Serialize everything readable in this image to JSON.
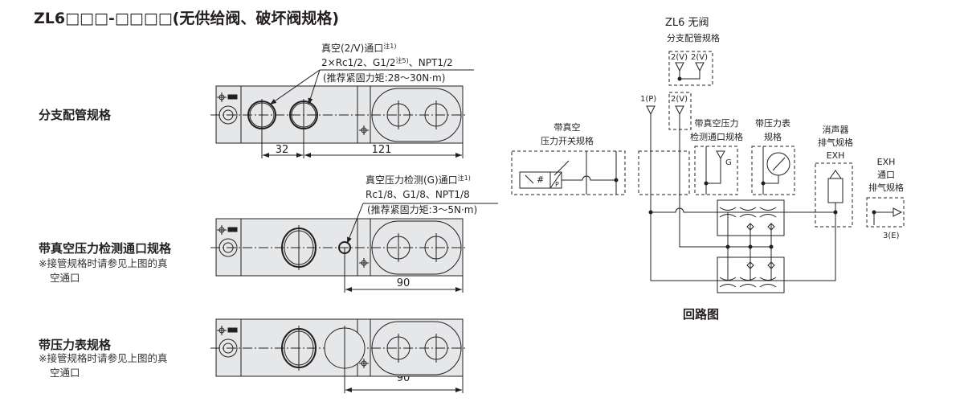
{
  "title": "ZL6□□□-□□□□(无供给阀、破坏阀规格)",
  "variants": [
    {
      "label": "分支配管规格",
      "dimensions": [
        "32",
        "121"
      ]
    },
    {
      "label": "带真空压力检测通口规格",
      "note_line1": "※接管规格时请参见上图的真",
      "note_line2": "空通口",
      "dimensions": [
        "90"
      ]
    },
    {
      "label": "带压力表规格",
      "note_line1": "※接管规格时请参见上图的真",
      "note_line2": "空通口",
      "dimensions": [
        "90"
      ]
    }
  ],
  "callouts": {
    "vacuum_port": {
      "line1": "真空(2/V)通口",
      "line1_note": "注1)",
      "line2a": "2×Rc1/2、G1/2",
      "line2_note": "注5)",
      "line2b": "、NPT1/2",
      "line3": "(推荐紧固力矩:28～30N·m)"
    },
    "gauge_port": {
      "line1": "真空压力检测(G)通口",
      "line1_note": "注1)",
      "line2": "Rc1/8、G1/8、NPT1/8",
      "line3": "(推荐紧固力矩:3～5N·m)"
    }
  },
  "circuit": {
    "title": "ZL6 无阀",
    "branch_label": "分支配管规格",
    "port_2v": "2(V)",
    "port_1p": "1(P)",
    "port_g": "G",
    "port_p": "P",
    "port_3e": "3(E)",
    "switch_label1": "带真空",
    "switch_label2": "压力开关规格",
    "gport_label1": "带真空压力",
    "gport_label2": "检测通口规格",
    "gauge_label1": "带压力表",
    "gauge_label2": "规格",
    "silencer_label1": "消声器",
    "silencer_label2": "排气规格",
    "silencer_label3": "EXH",
    "exhport_label1": "EXH",
    "exhport_label2": "通口",
    "exhport_label3": "排气规格",
    "caption": "回路图"
  }
}
